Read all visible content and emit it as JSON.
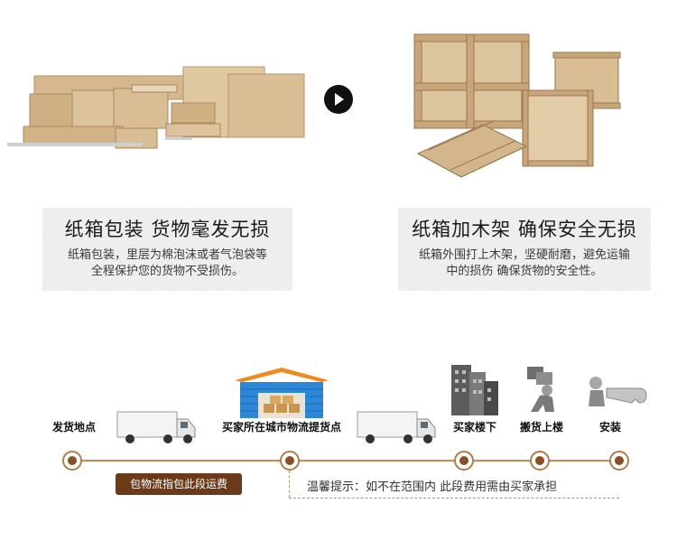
{
  "packaging": {
    "carton": {
      "title": "纸箱包装 货物毫发无损",
      "desc_line1": "纸箱包装，里层为棉泡沫或者气泡袋等",
      "desc_line2": "全程保护您的货物不受损伤。"
    },
    "crate": {
      "title": "纸箱加木架 确保安全无损",
      "desc_line1": "纸箱外围打上木架，坚硬耐磨，避免运输",
      "desc_line2": "中的损伤 确保货物的安全性。"
    }
  },
  "flow": {
    "origin_label": "发货地点",
    "city_label": "买家所在城市物流提货点",
    "downstairs_label": "买家楼下",
    "carry_label": "搬货上楼",
    "install_label": "安装",
    "segment_badge": "包物流指包此段运费",
    "note": "温馨提示：如不在范围内 此段费用需由买家承担"
  },
  "colors": {
    "timeline": "#c98a5a",
    "badge": "#6b3a19",
    "warehouse_roof": "#f08a1c",
    "warehouse_wall": "#2e86d6",
    "carton": "#d8bf98"
  }
}
